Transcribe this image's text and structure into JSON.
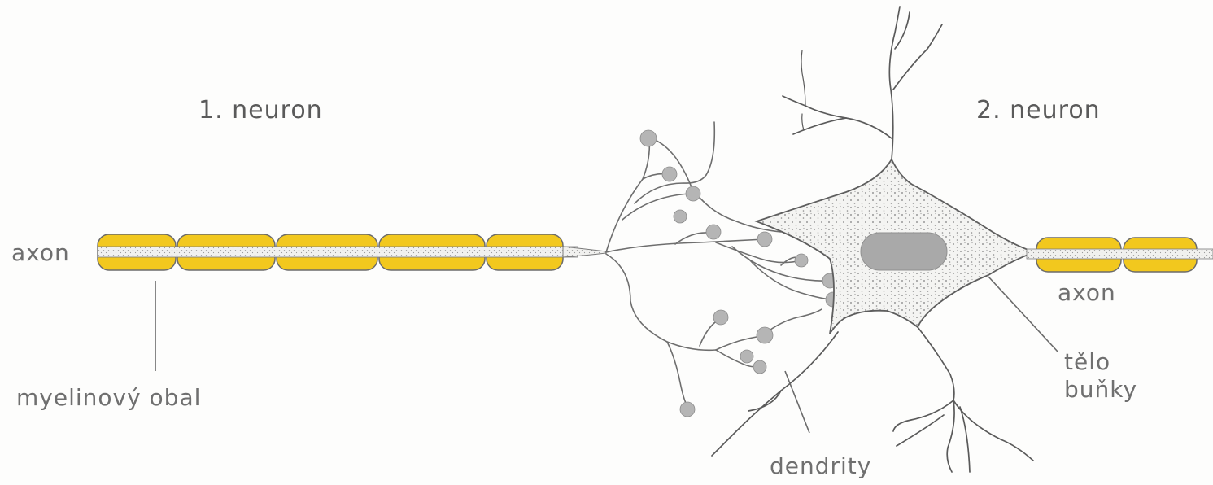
{
  "labels": {
    "neuron1_title": "1. neuron",
    "neuron2_title": "2. neuron",
    "axon_left": "axon",
    "axon_right": "axon",
    "myelin_sheath": "myelinový obal",
    "cell_body_line1": "tělo",
    "cell_body_line2": "buňky",
    "dendrites": "dendrity"
  },
  "colors": {
    "myelin_fill": "#f2c81e",
    "myelin_highlight": "#fbe47a",
    "outline": "#555555",
    "cell_stipple": "#8a8a8a",
    "nucleus": "#a9a9a9",
    "terminal_bulb": "#b5b5b5",
    "text": "#6f6f6f"
  }
}
